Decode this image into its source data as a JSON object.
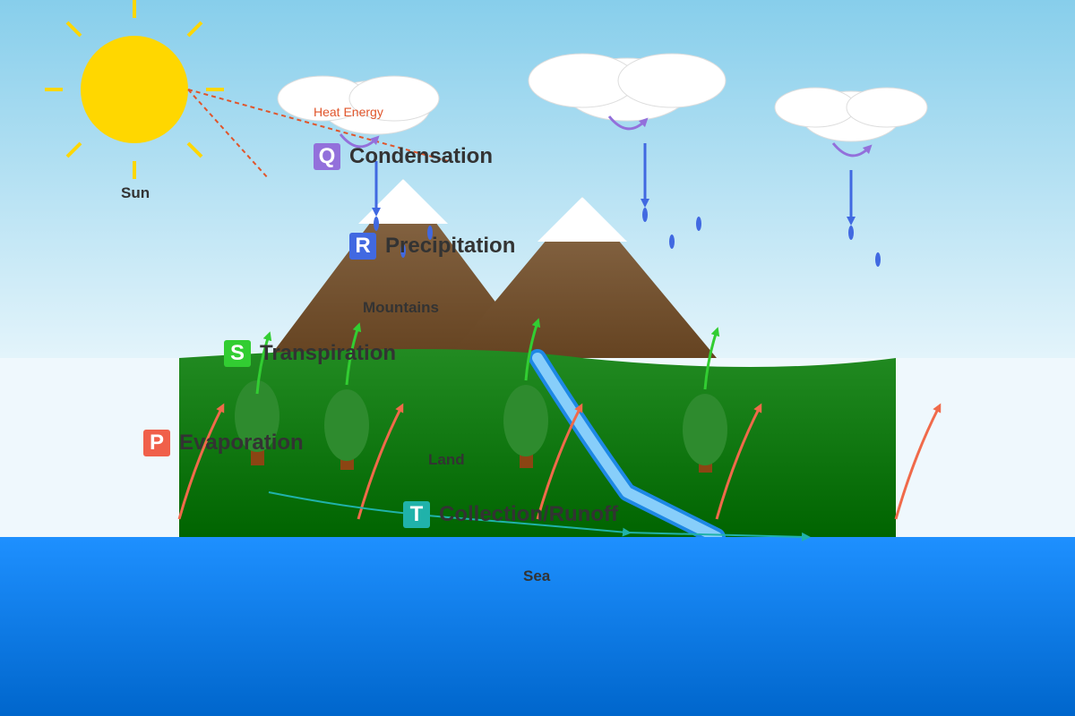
{
  "labels": {
    "sun": "Sun",
    "heat_energy": "Heat Energy",
    "mountains": "Mountains",
    "land": "Land",
    "sea": "Sea"
  },
  "steps": [
    {
      "letter": "Q",
      "name": "Condensation",
      "color": "#9370DB"
    },
    {
      "letter": "R",
      "name": "Precipitation",
      "color": "#4169E1"
    },
    {
      "letter": "S",
      "name": "Transpiration",
      "color": "#32CD32"
    },
    {
      "letter": "P",
      "name": "Evaporation",
      "color": "#FF6347"
    },
    {
      "letter": "T",
      "name": "Collection/Runoff",
      "color": "#20B2AA"
    }
  ],
  "colors": {
    "sky_top": "#87CEEB",
    "sky_bottom": "#E0F4FB",
    "sun": "#FFD700",
    "land": "#228B22",
    "sea": "#1E90FF",
    "mountain": "#7B5A3A",
    "river": "#87CEFA"
  }
}
